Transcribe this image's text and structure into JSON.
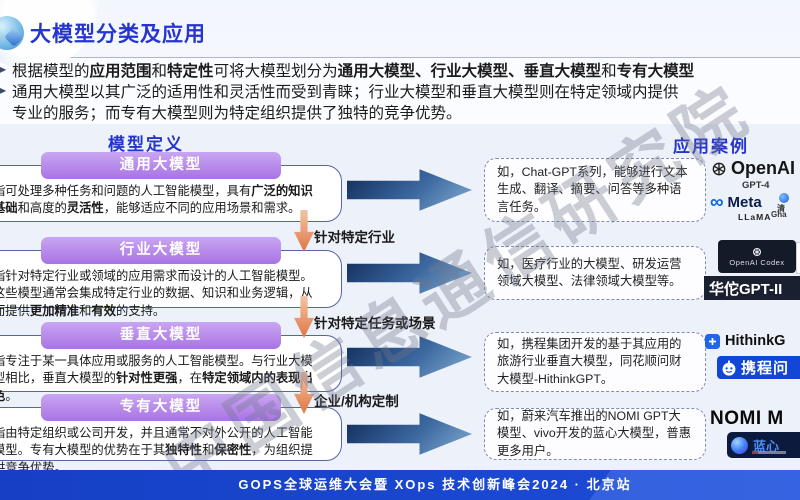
{
  "slide": {
    "title": "大模型分类及应用",
    "bullets": {
      "b1": [
        [
          {
            "t": "根据模型的"
          },
          {
            "t": "应用范围",
            "b": 1
          },
          {
            "t": "和"
          },
          {
            "t": "特定性",
            "b": 1
          },
          {
            "t": "可将大模型划分为"
          },
          {
            "t": "通用大模型、行业大模型、垂直大模型",
            "b": 1
          },
          {
            "t": "和"
          },
          {
            "t": "专有大模型",
            "b": 1
          }
        ]
      ],
      "b2": [
        [
          {
            "t": "通用大模型以其广泛的适用性和灵活性而受到青睐；行业大模型和垂直大模型则在特定领域内提供"
          }
        ],
        [
          {
            "t": "专业的服务；而专有大模型则为特定组织提供了独特的竞争优势。"
          }
        ]
      ]
    }
  },
  "left": {
    "header": "模型定义",
    "rows": [
      {
        "pill": "通用大模型",
        "body": [
          {
            "t": "指可处理多种任务和问题的人工智能模型，具有"
          },
          {
            "t": "广泛的知识基础",
            "b": 1
          },
          {
            "t": "和高度的"
          },
          {
            "t": "灵活性",
            "b": 1
          },
          {
            "t": "，能够适应不同的应用场景和需求。"
          }
        ]
      },
      {
        "pill": "行业大模型",
        "body": [
          {
            "t": "指针对特定行业或领域的应用需求而设计的人工智能模型。这些模型通常会集成特定行业的数据、知识和业务逻辑，从而提供"
          },
          {
            "t": "更加精准",
            "b": 1
          },
          {
            "t": "和"
          },
          {
            "t": "有效",
            "b": 1
          },
          {
            "t": "的支持。"
          }
        ]
      },
      {
        "pill": "垂直大模型",
        "body": [
          {
            "t": "指专注于某一具体应用或服务的人工智能模型。与行业大模型相比，垂直大模型的"
          },
          {
            "t": "针对性更强",
            "b": 1
          },
          {
            "t": "，在"
          },
          {
            "t": "特定领域内的表现出色",
            "b": 1
          },
          {
            "t": "。"
          }
        ]
      },
      {
        "pill": "专有大模型",
        "body": [
          {
            "t": "指由特定组织或公司开发，并且通常不对外公开的人工智能模型。专有大模型的优势在于其"
          },
          {
            "t": "独特性",
            "b": 1
          },
          {
            "t": "和"
          },
          {
            "t": "保密性",
            "b": 1
          },
          {
            "t": "，为组织提供竞争优势。"
          }
        ]
      }
    ]
  },
  "flow": {
    "labels": [
      "针对特定行业",
      "针对特定任务或场景",
      "企业/机构定制"
    ]
  },
  "right": {
    "header": "应用案例",
    "cases": [
      "如，Chat-GPT系列，能够进行文本生成、翻译、摘要、问答等多种语言任务。",
      "如，医疗行业的大模型、研发运营领域大模型、法律领域大模型等。",
      "如，携程集团开发的基于其应用的旅游行业垂直大模型，同花顺问财大模型-HithinkGPT。",
      "如，蔚来汽车推出的NOMI GPT大模型、vivo开发的蓝心大模型，普惠更多用户。"
    ],
    "logos": {
      "openai": {
        "label": "OpenAI",
        "sub": "GPT-4"
      },
      "meta": {
        "label": "Meta",
        "sub": "LLaMA",
        "infinity": "∞"
      },
      "glm": {
        "frag1": "清",
        "frag2": "Gha"
      },
      "codex": {
        "label": "OpenAI Codex"
      },
      "huatuo": {
        "label": "华佗GPT-II"
      },
      "hithink": {
        "label": "HithinkG"
      },
      "ctrip": {
        "label": "携程问"
      },
      "nomi": {
        "label": "NOMI M"
      },
      "bluelm": {
        "label": "蓝心"
      }
    }
  },
  "watermark": "中国信息通信研究院",
  "footer": "GOPS全球运维大会暨 XOps 技术创新峰会2024 · 北京站",
  "colors": {
    "title_blue": "#2634d0",
    "pill_purple": "#a873e4",
    "arrow_navy": "#13305e",
    "down_arrow_orange": "#df7743",
    "footer_blue": "#1540c6"
  }
}
